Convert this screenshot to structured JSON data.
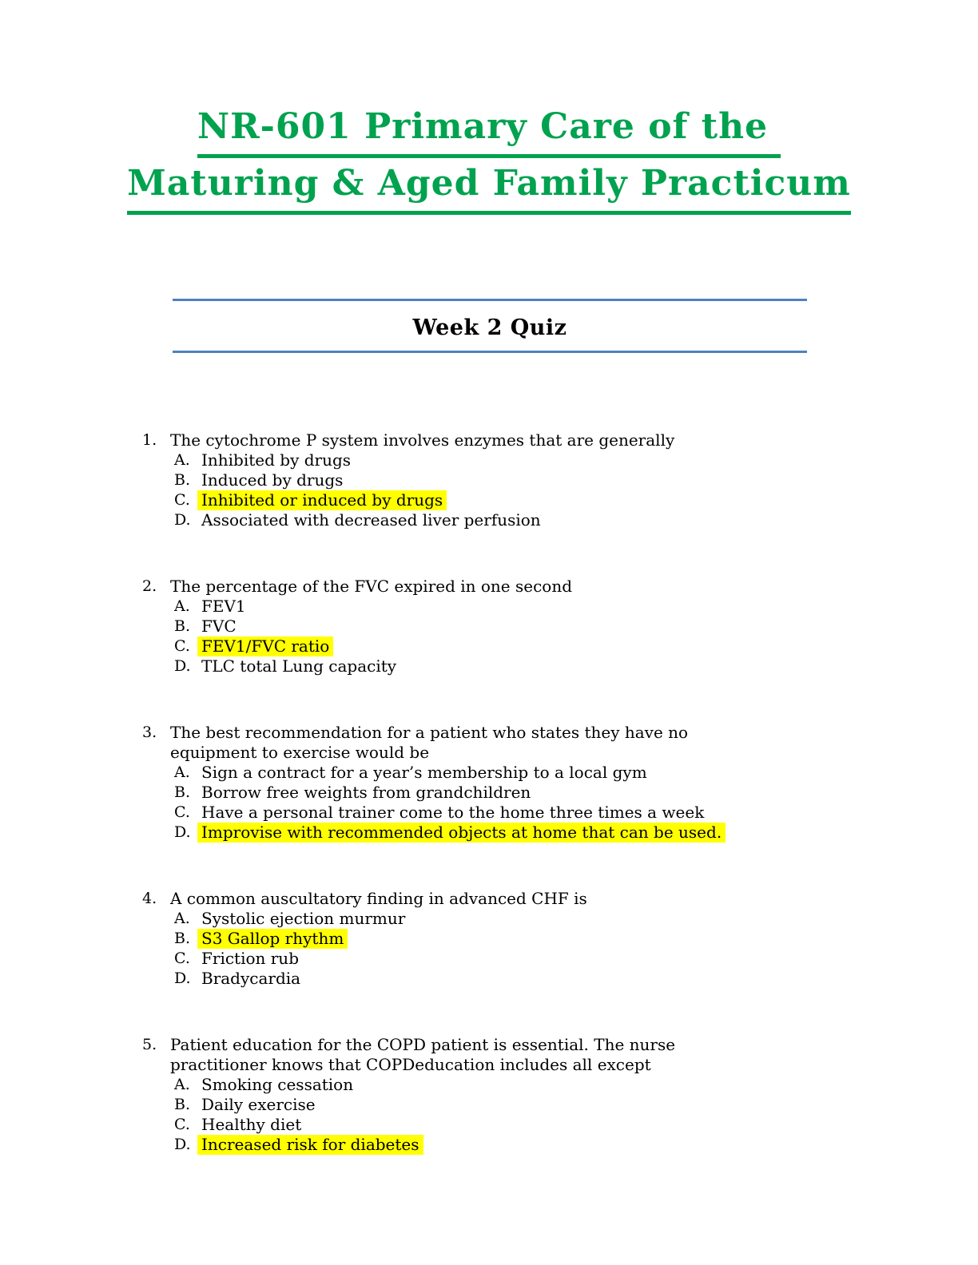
{
  "document": {
    "title_line1": "NR-601 Primary Care of the",
    "title_line2": "Maturing & Aged Family Practicum",
    "title_color": "#00A24F",
    "section_title": "Week 2 Quiz",
    "divider_color": "#4F81BD",
    "highlight_color": "#FFFF00"
  },
  "quiz": {
    "questions": [
      {
        "number": "1.",
        "text": "The cytochrome P system involves enzymes that are generally",
        "options": [
          {
            "letter": "A.",
            "text": "Inhibited by drugs",
            "highlighted": false
          },
          {
            "letter": "B.",
            "text": "Induced by drugs",
            "highlighted": false
          },
          {
            "letter": "C.",
            "text": "Inhibited or induced by drugs",
            "highlighted": true
          },
          {
            "letter": "D.",
            "text": "Associated with decreased liver perfusion",
            "highlighted": false
          }
        ]
      },
      {
        "number": "2.",
        "text": "The percentage of the FVC expired in one second",
        "options": [
          {
            "letter": "A.",
            "text": "FEV1",
            "highlighted": false
          },
          {
            "letter": "B.",
            "text": "FVC",
            "highlighted": false
          },
          {
            "letter": "C.",
            "text": "FEV1/FVC ratio",
            "highlighted": true
          },
          {
            "letter": "D.",
            "text": "TLC total Lung capacity",
            "highlighted": false
          }
        ]
      },
      {
        "number": "3.",
        "text": "The best recommendation for a patient who states they have no\nequipment to exercise would be",
        "options": [
          {
            "letter": "A.",
            "text": "Sign a contract for a year’s membership to a local gym",
            "highlighted": false
          },
          {
            "letter": "B.",
            "text": "Borrow free weights from grandchildren",
            "highlighted": false
          },
          {
            "letter": "C.",
            "text": "Have a personal trainer come to the home three times a week",
            "highlighted": false
          },
          {
            "letter": "D.",
            "text": "Improvise with recommended objects at home that can be used.",
            "highlighted": true
          }
        ]
      },
      {
        "number": "4.",
        "text": "A common auscultatory finding in advanced CHF is",
        "options": [
          {
            "letter": "A.",
            "text": "Systolic ejection murmur",
            "highlighted": false
          },
          {
            "letter": "B.",
            "text": "S3 Gallop rhythm",
            "highlighted": true
          },
          {
            "letter": "C.",
            "text": "Friction rub",
            "highlighted": false
          },
          {
            "letter": "D.",
            "text": "Bradycardia",
            "highlighted": false
          }
        ]
      },
      {
        "number": "5.",
        "text": "Patient education for the COPD patient is essential. The nurse\npractitioner knows that COPDeducation includes all except",
        "options": [
          {
            "letter": "A.",
            "text": "Smoking cessation",
            "highlighted": false
          },
          {
            "letter": "B.",
            "text": "Daily exercise",
            "highlighted": false
          },
          {
            "letter": "C.",
            "text": "Healthy diet",
            "highlighted": false
          },
          {
            "letter": "D.",
            "text": "Increased risk for diabetes",
            "highlighted": true
          }
        ]
      }
    ]
  }
}
